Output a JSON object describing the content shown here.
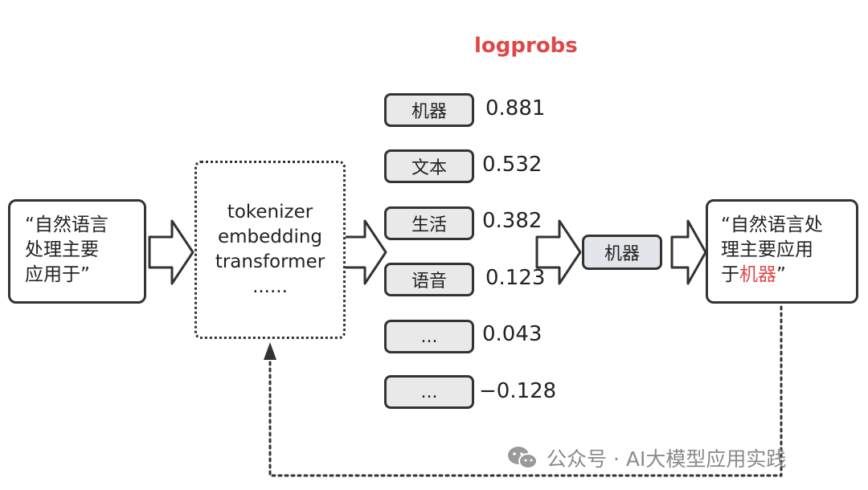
{
  "title": "logprobs",
  "input": {
    "lines": [
      "“自然语言",
      "处理主要",
      "应用于”"
    ]
  },
  "model": {
    "lines": [
      "tokenizer",
      "embedding",
      "transformer",
      "......"
    ]
  },
  "candidates": [
    {
      "token": "机器",
      "logprob": "0.881"
    },
    {
      "token": "文本",
      "logprob": "0.532"
    },
    {
      "token": "生活",
      "logprob": "0.382"
    },
    {
      "token": "语音",
      "logprob": "0.123"
    },
    {
      "token": "...",
      "logprob": "0.043"
    },
    {
      "token": "...",
      "logprob": "−0.128"
    }
  ],
  "selected_token": "机器",
  "output": {
    "line1": "“自然语言处",
    "line2": "理主要应用",
    "line3_prefix": "于",
    "line3_highlight": "机器",
    "line3_suffix": "”"
  },
  "watermark": "公众号 · AI大模型应用实践",
  "colors": {
    "accent": "#e04848",
    "stroke": "#333333",
    "token_fill": "#e9e9e9",
    "selected_fill": "#e2e6ea"
  }
}
